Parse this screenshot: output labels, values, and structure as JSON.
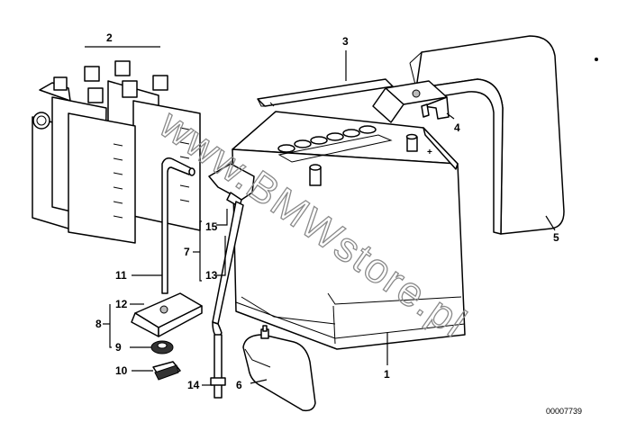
{
  "diagram": {
    "watermark": "www.BMWstore.pl",
    "drawing_code": "00007739",
    "callouts": [
      {
        "id": "1",
        "label": "1"
      },
      {
        "id": "2",
        "label": "2"
      },
      {
        "id": "3",
        "label": "3"
      },
      {
        "id": "4",
        "label": "4"
      },
      {
        "id": "5",
        "label": "5"
      },
      {
        "id": "6",
        "label": "6"
      },
      {
        "id": "7",
        "label": "7"
      },
      {
        "id": "8",
        "label": "8"
      },
      {
        "id": "9",
        "label": "9"
      },
      {
        "id": "10",
        "label": "10"
      },
      {
        "id": "11",
        "label": "11"
      },
      {
        "id": "12",
        "label": "12"
      },
      {
        "id": "13",
        "label": "13"
      },
      {
        "id": "14",
        "label": "14"
      },
      {
        "id": "15",
        "label": "15"
      }
    ]
  }
}
